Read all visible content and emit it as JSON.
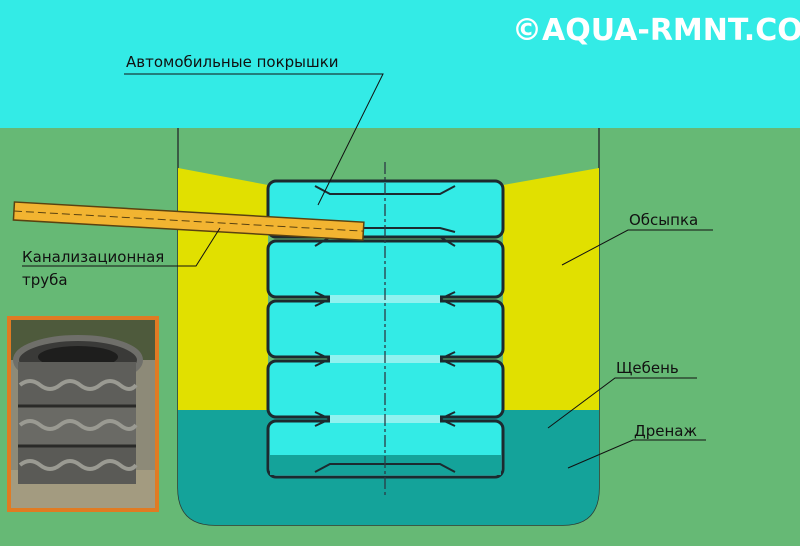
{
  "watermark": "©AQUA-RMNT.COM",
  "labels": {
    "tires": "Автомобильные покрышки",
    "pipe_line1": "Канализационная",
    "pipe_line2": "труба",
    "backfill": "Обсыпка",
    "gravel": "Щебень",
    "drainage": "Дренаж"
  },
  "colors": {
    "sky": "#33ebe6",
    "ground": "#66b975",
    "backfill": "#e1e000",
    "drainage": "#14a39a",
    "tire": "#33ebe6",
    "pipe": "#f2b431",
    "photo_frame": "#e07b23"
  },
  "photo": {
    "icon": "stacked-tires-photo"
  }
}
